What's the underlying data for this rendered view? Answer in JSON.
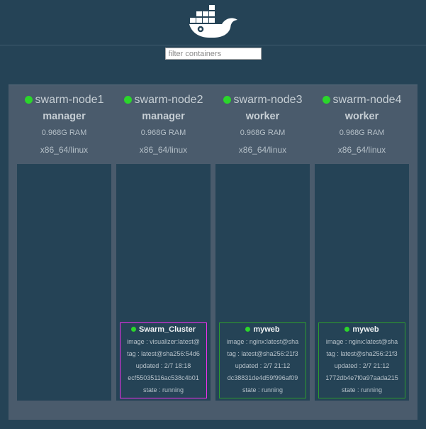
{
  "header": {
    "logo_icon": "docker-whale-logo"
  },
  "filter": {
    "placeholder": "filter containers"
  },
  "colors": {
    "page_bg": "#254356",
    "panel_bg": "#4a5b6c",
    "status_green": "#2bd62b",
    "card_border_magenta": "#ee30ee",
    "card_border_green": "#2e9b2e"
  },
  "nodes": [
    {
      "name": "swarm-node1",
      "role": "manager",
      "ram": "0.968G RAM",
      "platform": "x86_64/linux",
      "containers": []
    },
    {
      "name": "swarm-node2",
      "role": "manager",
      "ram": "0.968G RAM",
      "platform": "x86_64/linux",
      "containers": [
        {
          "name": "Swarm_Cluster",
          "border_color": "#ee30ee",
          "lines": [
            "image : visualizer:latest@",
            "tag : latest@sha256:54d6",
            "updated : 2/7 18:18",
            "ecf55035116ac538c4b01",
            "state : running"
          ]
        }
      ]
    },
    {
      "name": "swarm-node3",
      "role": "worker",
      "ram": "0.968G RAM",
      "platform": "x86_64/linux",
      "containers": [
        {
          "name": "myweb",
          "border_color": "#2e9b2e",
          "lines": [
            "image : nginx:latest@sha",
            "tag : latest@sha256:21f3",
            "updated : 2/7 21:12",
            "dc38831de4d59f996af09",
            "state : running"
          ]
        }
      ]
    },
    {
      "name": "swarm-node4",
      "role": "worker",
      "ram": "0.968G RAM",
      "platform": "x86_64/linux",
      "containers": [
        {
          "name": "myweb",
          "border_color": "#2e9b2e",
          "lines": [
            "image : nginx:latest@sha",
            "tag : latest@sha256:21f3",
            "updated : 2/7 21:12",
            "1772db4e7f0a97aada215",
            "state : running"
          ]
        }
      ]
    }
  ]
}
